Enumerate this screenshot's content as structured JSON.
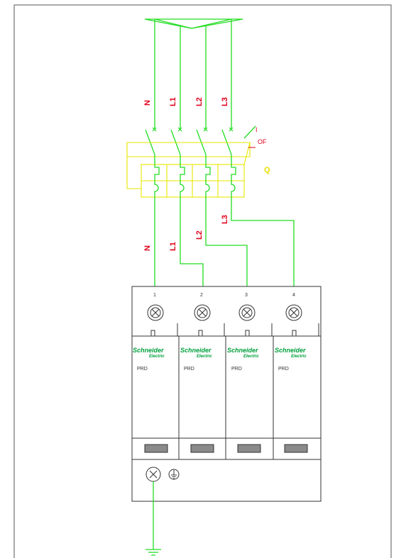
{
  "conductor_labels_top": [
    "N",
    "L1",
    "L2",
    "L3"
  ],
  "conductor_labels_bottom": [
    "N",
    "L1",
    "L2",
    "L3"
  ],
  "switch_label": "Q",
  "aux_contact_label": "OF",
  "aux_contact_marker": "I",
  "terminal_numbers": [
    "1",
    "2",
    "3",
    "4"
  ],
  "brand_name_line1": "Schneider",
  "brand_name_line2": "Electric",
  "module_label": "PRD",
  "colors": {
    "wire": "#22dd22",
    "switch_outline": "#e6e600",
    "text_red": "#e0001a",
    "enclosure": "#333333"
  },
  "icons": [
    "terminal-screw-icon",
    "earth-terminal-icon",
    "ground-symbol-icon"
  ]
}
